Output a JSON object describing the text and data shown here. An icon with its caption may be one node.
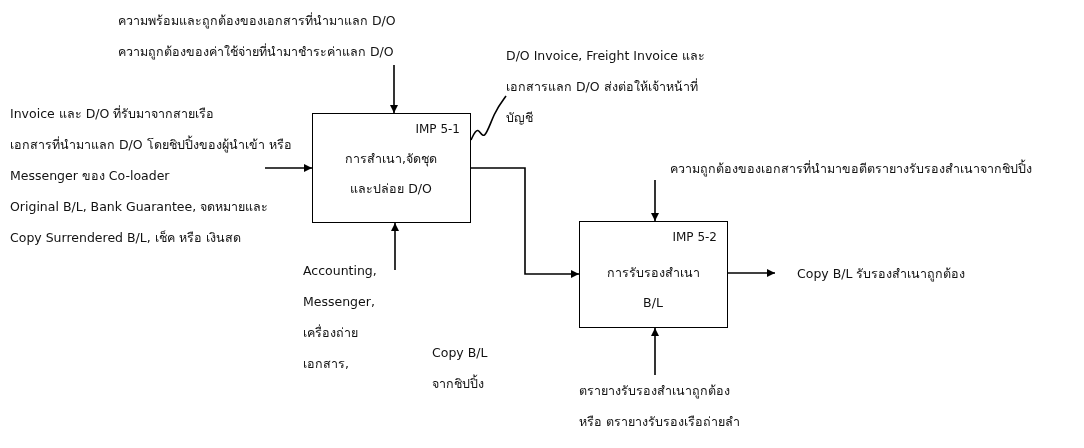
{
  "diagram": {
    "nodes": [
      {
        "text": [
          "IMP 5-1",
          "การสำเนา,จัดชุด และปล่อย D/O"
        ]
      },
      {
        "text": [
          "IMP 5-2",
          "การรับรองสำเนา B/L"
        ]
      },
      {
        "text": [
          "ความพร้อมและถูกต้องของเอกสารที่นำมาแลก D/O",
          "ความถูกต้องของค่าใช้จ่ายที่นำมาชำระค่าแลก D/O"
        ]
      },
      {
        "text": [
          "Invoice และ D/O ที่รับมาจากสายเรือ",
          "เอกสารที่นำมาแลก D/O โดยชิปปิ้งของผู้นำเข้า หรือ Messenger ของ Co-loader",
          "Original B/L, Bank Guarantee, จดหมายและ Copy Surrendered B/L, เช็ค หรือ เงินสด"
        ]
      },
      {
        "text": [
          "D/O Invoice, Freight Invoice และ เอกสารแลก D/O ส่งต่อให้เจ้าหน้าที่บัญชี"
        ]
      },
      {
        "text": [
          "Accounting, Messenger, เครื่องถ่าย เอกสาร,"
        ]
      },
      {
        "text": [
          "ความถูกต้องของเอกสารที่นำมาขอตีตรายางรับรองสำเนาจากชิปปิ้ง"
        ]
      },
      {
        "text": [
          "Copy B/L รับรองสำเนาถูกต้อง"
        ]
      },
      {
        "text": [
          "ตรายางรับรองสำเนาถูกต้อง หรือ ตรายางรับรองเรือถ่ายลำ"
        ]
      }
    ],
    "edges": [
      {
        "from": 2,
        "to": 0,
        "arrow": "to"
      },
      {
        "from": 3,
        "to": 0,
        "arrow": "to"
      },
      {
        "from": 5,
        "to": 0,
        "arrow": "to"
      },
      {
        "from": 0,
        "to": 4,
        "arrow": "none"
      },
      {
        "from": 0,
        "to": 1,
        "arrow": "to"
      },
      {
        "from": 6,
        "to": 1,
        "arrow": "to"
      },
      {
        "from": 1,
        "to": 7,
        "arrow": "to"
      },
      {
        "from": 8,
        "to": 1,
        "arrow": "to"
      }
    ],
    "labels": [
      "Copy B/L จากชิปปิ้ง"
    ]
  }
}
